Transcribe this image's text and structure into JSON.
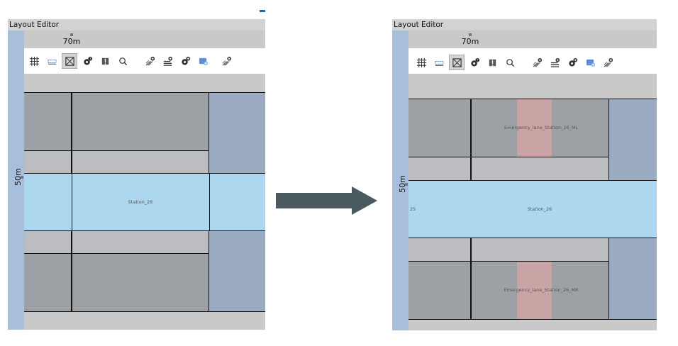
{
  "left_panel": {
    "title": "Layout Editor",
    "scale_x": "70m",
    "scale_y": "50m",
    "zones": {
      "station": "Station_26"
    }
  },
  "right_panel": {
    "title": "Layout Editor",
    "scale_x": "70m",
    "scale_y": "50m",
    "zones": {
      "emergency_top": "Emergency_lane_Station_26_ML",
      "station": "Station_26",
      "emergency_bottom": "Emergency_lane_Station_26_MR",
      "edge": "25"
    }
  },
  "toolbar": {
    "tools": [
      "grid-icon",
      "ruler-icon",
      "select-area-icon",
      "config-icon",
      "stack-icon",
      "search-icon",
      "hatch-add-icon",
      "lines-add-icon",
      "gear-add-icon",
      "image-add-icon",
      "hatch-remove-icon"
    ],
    "active": "select-area-icon"
  },
  "colors": {
    "zone_gray": "#9da1a6",
    "zone_light": "#bcbdc0",
    "station_blue": "#acd7ef",
    "zone_slate": "#9aabc2",
    "emergency_pink": "#caa4a5",
    "arrow": "#4a5a5f",
    "strip": "#a7bfdc"
  }
}
